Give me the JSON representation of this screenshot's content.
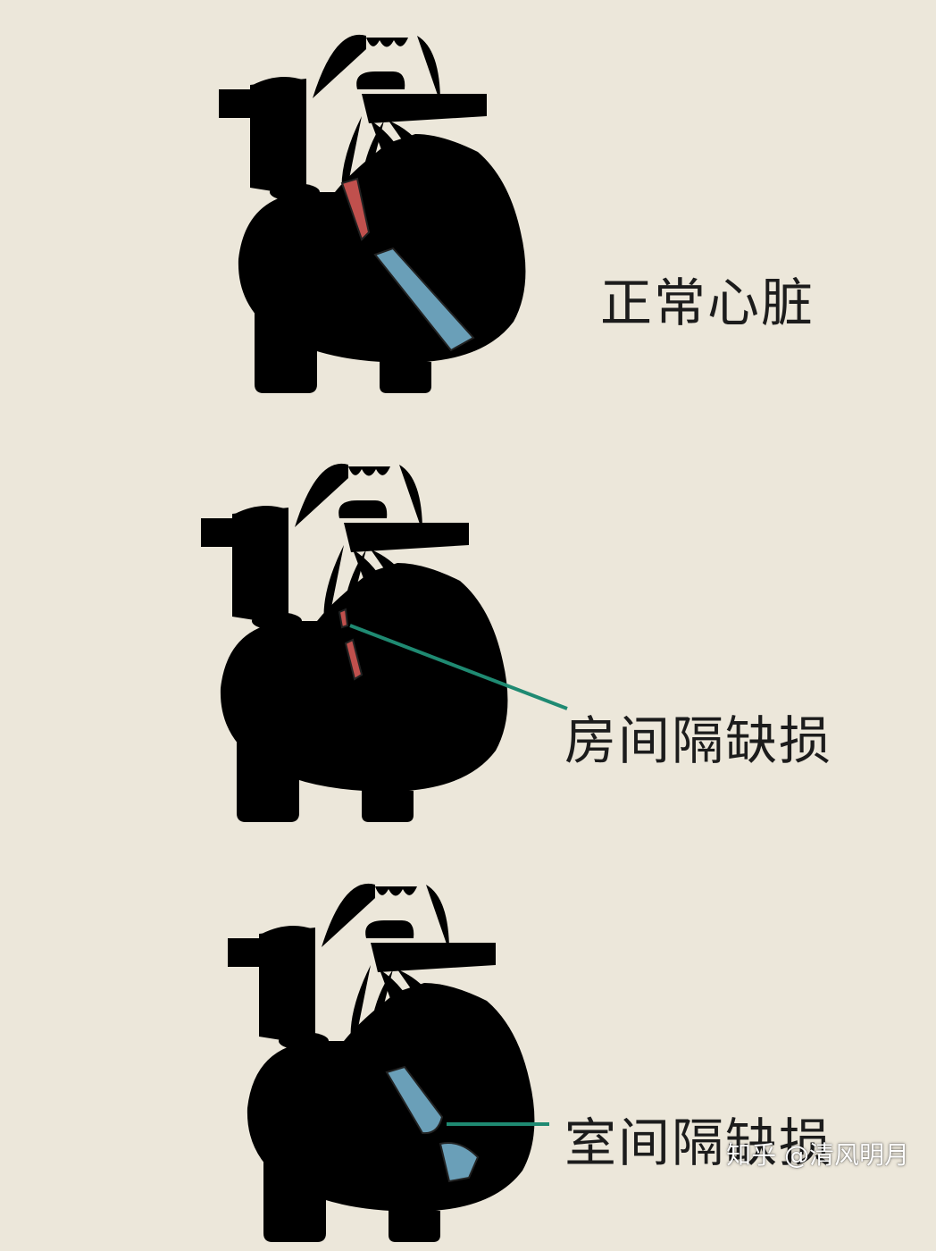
{
  "diagrams": [
    {
      "label": "正常心脏",
      "defect": "none"
    },
    {
      "label": "房间隔缺损",
      "defect": "atrial"
    },
    {
      "label": "室间隔缺损",
      "defect": "ventricular"
    }
  ],
  "colors": {
    "background": "#ece7da",
    "outline": "#222222",
    "oxygenated": "#c0504d",
    "deoxygenated": "#6a9fb8",
    "pointer": "#1f8a72"
  },
  "watermark": "知乎 @清风明月"
}
